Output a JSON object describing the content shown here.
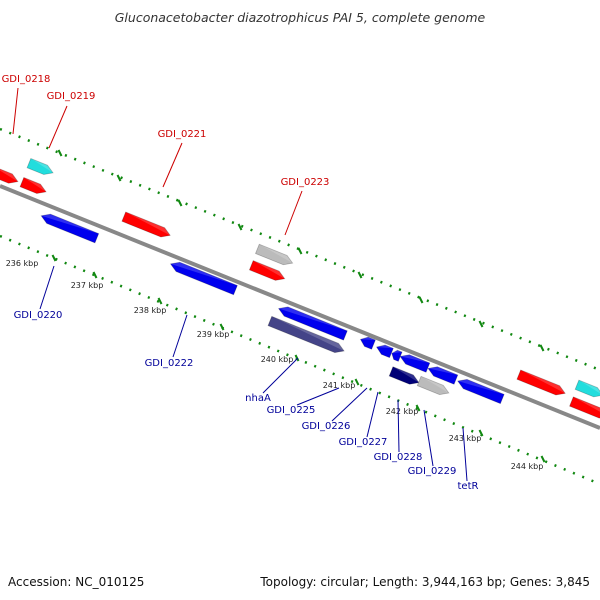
{
  "title": "Gluconacetobacter diazotrophicus PAI 5, complete genome",
  "footer": {
    "accession": "Accession: NC_010125",
    "summary": "Topology: circular; Length: 3,944,163 bp; Genes: 3,845"
  },
  "colors": {
    "forward_cds": "#ff0000",
    "reverse_cds": "#0000ee",
    "trna": "#22dddd",
    "other_grey": "#bbbbbb",
    "dark_navy": "#000077",
    "slate": "#444488",
    "backbone": "#888888",
    "tick_marks": "#118811",
    "label_red": "#cc0000",
    "label_blue": "#000099"
  },
  "kbp_ticks": [
    "236 kbp",
    "237 kbp",
    "238 kbp",
    "239 kbp",
    "240 kbp",
    "241 kbp",
    "242 kbp",
    "243 kbp",
    "244 kbp"
  ],
  "gene_labels": {
    "forward": [
      "GDI_0218",
      "GDI_0219",
      "GDI_0221",
      "GDI_0223"
    ],
    "reverse": [
      "GDI_0220",
      "GDI_0222",
      "nhaA",
      "GDI_0225",
      "GDI_0226",
      "GDI_0227",
      "GDI_0228",
      "GDI_0229",
      "tetR"
    ]
  }
}
